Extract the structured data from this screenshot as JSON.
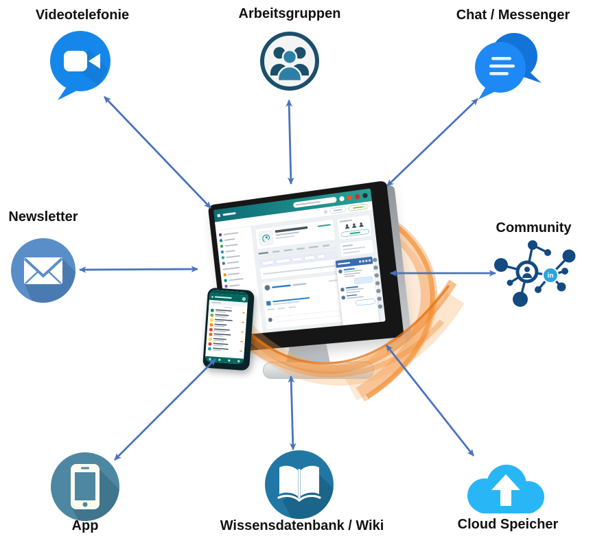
{
  "diagram": {
    "nodes": [
      {
        "id": "videotelefonie",
        "label": "Videotelefonie"
      },
      {
        "id": "arbeitsgruppen",
        "label": "Arbeitsgruppen"
      },
      {
        "id": "chat-messenger",
        "label": "Chat / Messenger"
      },
      {
        "id": "newsletter",
        "label": "Newsletter"
      },
      {
        "id": "community",
        "label": "Community",
        "hub_text": "in"
      },
      {
        "id": "app",
        "label": "App"
      },
      {
        "id": "wissensdatenbank-wiki",
        "label": "Wissensdatenbank / Wiki"
      },
      {
        "id": "cloud-speicher",
        "label": "Cloud Speicher"
      }
    ]
  },
  "colors": {
    "arrow": "#4a73bd",
    "video": "#1587ea",
    "video-dark": "#0d74d1",
    "groups-dark": "#1b4f6b",
    "groups-mid": "#2e7fa6",
    "groups-bg": "#f4f4f4",
    "chat-back": "#1273d8",
    "chat-front": "#1e88f5",
    "news": "#5a8ec8",
    "news-dark": "#4a7ab2",
    "community": "#134a80",
    "community-hub": "#2ba4dc",
    "app": "#4d87a1",
    "app-dark": "#40758d",
    "wiki": "#2177a3",
    "wiki-dark": "#1b658b",
    "cloud": "#29b6f6",
    "teal-a": "#0d6a76",
    "teal-b": "#2aa196",
    "phone-teal": "#00695f",
    "chatpanel-blue": "#3a6bb0",
    "swoosh": "#f28322"
  },
  "screen_skeleton": {
    "sidebar_dots": [
      "#5e35b1",
      "#00897b",
      "#43a047",
      "#1e88e5",
      "#26a69a",
      "#546e7a",
      null,
      "#fb8c00",
      "#00897b",
      "#7e57c2",
      "#1565c0",
      "#283593",
      "#ef6c00"
    ],
    "sidebar_bar_widths": [
      46,
      34,
      40,
      30,
      44,
      38,
      52,
      36,
      46,
      32,
      42,
      34,
      28
    ],
    "contact_rail": 7,
    "phone_avatars": [
      "#00897b",
      "#7cb342",
      "#fdd835",
      "#fb8c00",
      "#e53935",
      "#ef6c00",
      "#fdd835",
      "#e53935",
      "#26a69a"
    ],
    "phone_name_widths": [
      48,
      40,
      52,
      36,
      46,
      50,
      38,
      44,
      46
    ],
    "phone_sub_widths": [
      30,
      34,
      26,
      30,
      36,
      28,
      32,
      30,
      24
    ]
  }
}
